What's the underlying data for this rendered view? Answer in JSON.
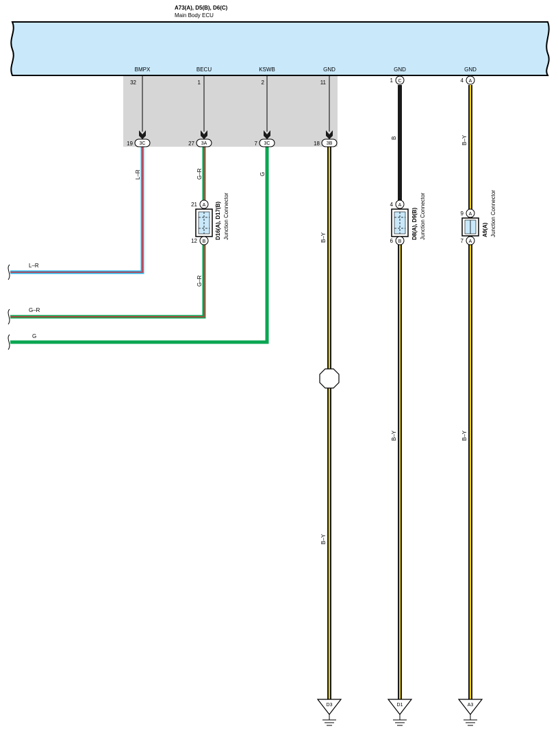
{
  "ecu": {
    "title": "A73(A), D5(B), D6(C)",
    "subtitle": "Main Body ECU"
  },
  "terminals": [
    {
      "name": "BMPX",
      "pin": "32",
      "conn_pin": "19",
      "conn": "3C"
    },
    {
      "name": "BECU",
      "pin": "1",
      "conn_pin": "27",
      "conn": "3A"
    },
    {
      "name": "KSWB",
      "pin": "2",
      "conn_pin": "7",
      "conn": "3C"
    },
    {
      "name": "GND",
      "pin": "11",
      "conn_pin": "18",
      "conn": "3B"
    },
    {
      "name": "GND",
      "pin": "1",
      "conn": "C"
    },
    {
      "name": "GND",
      "pin": "4",
      "conn": "A"
    }
  ],
  "wire_colors": {
    "lr": "L–R",
    "gr": "G–R",
    "g": "G",
    "by": "B–Y",
    "b": "B"
  },
  "junctions": [
    {
      "title": "D16(A), D17(B)",
      "subtitle": "Junction Connector",
      "top_pin": "21",
      "top_conn": "A",
      "bottom_pin": "12",
      "bottom_conn": "B"
    },
    {
      "title": "D8(A), D9(B)",
      "subtitle": "Junction Connector",
      "top_pin": "4",
      "top_conn": "A",
      "bottom_pin": "6",
      "bottom_conn": "B"
    },
    {
      "title": "A9(A)",
      "subtitle": "Junction Connector",
      "top_pin": "9",
      "top_conn": "A",
      "bottom_pin": "7",
      "bottom_conn": "A"
    }
  ],
  "grounds": [
    "D3",
    "D1",
    "A3"
  ],
  "colors": {
    "ecu_fill": "#c9e9fb",
    "shade": "#d6d6d6",
    "blue": "#2ab0e4",
    "red": "#d8323a",
    "green": "#0aa552",
    "yellow": "#f6d40c",
    "black": "#1a1a1a"
  }
}
